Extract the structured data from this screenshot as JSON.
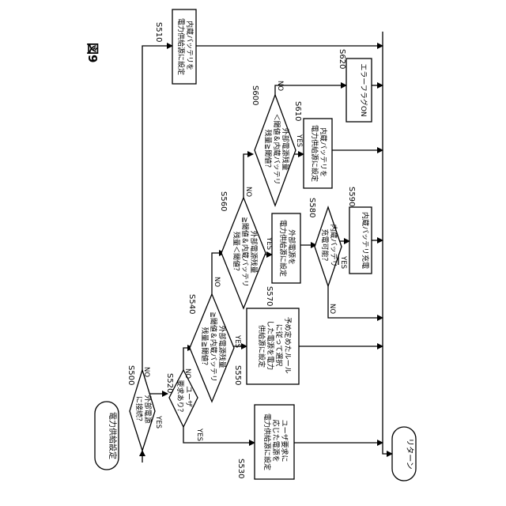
{
  "figure": {
    "title": "図9"
  },
  "terminals": {
    "start": "電力供給設定",
    "end": "リターン"
  },
  "steps": {
    "S500": {
      "label": "S500",
      "lines": [
        "外部電源",
        "に接続？"
      ]
    },
    "S510": {
      "label": "S510",
      "lines": [
        "内蔵バッテリを",
        "電力供給源に設定"
      ]
    },
    "S520": {
      "label": "S520",
      "lines": [
        "ユーザ",
        "要求あり？"
      ]
    },
    "S530": {
      "label": "S530",
      "lines": [
        "ユーザ要求に",
        "応じた電源を",
        "電力供給源に設定"
      ]
    },
    "S540": {
      "label": "S540",
      "lines": [
        "外部電源残量",
        "≧閾値＆内蔵バッテリ",
        "残量≧閾値？"
      ]
    },
    "S550": {
      "label": "S550",
      "lines": [
        "予め定めたルール",
        "に従って選択",
        "した電源を電力",
        "供給源に設定"
      ]
    },
    "S560": {
      "label": "S560",
      "lines": [
        "外部電源残量",
        "≧閾値＆内蔵バッテリ",
        "残量＜閾値？"
      ]
    },
    "S570": {
      "label": "S570",
      "lines": [
        "外部電源を",
        "電力供給源に設定"
      ]
    },
    "S580": {
      "label": "S580",
      "lines": [
        "内蔵バッテリ",
        "充電可能？"
      ]
    },
    "S590": {
      "label": "S590",
      "lines": [
        "内蔵バッテリ充電"
      ]
    },
    "S600": {
      "label": "S600",
      "lines": [
        "外部電源残量",
        "＜閾値＆内蔵バッテリ",
        "残量≧閾値？"
      ]
    },
    "S610": {
      "label": "S610",
      "lines": [
        "内蔵バッテリを",
        "電力供給源に設定"
      ]
    },
    "S620": {
      "label": "S620",
      "lines": [
        "エラーフラグON"
      ]
    }
  },
  "branches": {
    "yes": "YES",
    "no": "NO"
  }
}
